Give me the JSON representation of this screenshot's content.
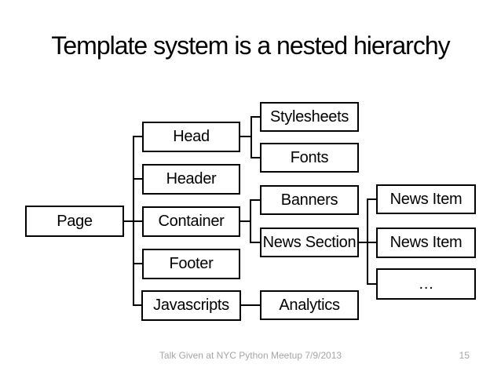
{
  "slide": {
    "title": "Template system is a nested hierarchy",
    "footer_text": "Talk Given at NYC Python Meetup 7/9/2013",
    "page_number": "15"
  },
  "colors": {
    "background": "#ffffff",
    "box_border": "#000000",
    "box_fill": "#ffffff",
    "connector_line": "#000000",
    "title_text": "#000000",
    "footer_text": "#a6a6a6"
  },
  "diagram": {
    "type": "hierarchy",
    "root": "Page",
    "nodes": {
      "page": {
        "label": "Page"
      },
      "head": {
        "label": "Head"
      },
      "header": {
        "label": "Header"
      },
      "container": {
        "label": "Container"
      },
      "footer": {
        "label": "Footer"
      },
      "javascripts": {
        "label": "Javascripts"
      },
      "stylesheets": {
        "label": "Stylesheets"
      },
      "fonts": {
        "label": "Fonts"
      },
      "banners": {
        "label": "Banners"
      },
      "news_section": {
        "label": "News Section"
      },
      "analytics": {
        "label": "Analytics"
      },
      "news_item_1": {
        "label": "News Item"
      },
      "news_item_2": {
        "label": "News Item"
      },
      "more_items": {
        "label": "…"
      }
    },
    "edges": [
      [
        "page",
        "head"
      ],
      [
        "page",
        "header"
      ],
      [
        "page",
        "container"
      ],
      [
        "page",
        "footer"
      ],
      [
        "page",
        "javascripts"
      ],
      [
        "head",
        "stylesheets"
      ],
      [
        "head",
        "fonts"
      ],
      [
        "container",
        "banners"
      ],
      [
        "container",
        "news_section"
      ],
      [
        "news_section",
        "news_item_1"
      ],
      [
        "news_section",
        "news_item_2"
      ],
      [
        "news_section",
        "more_items"
      ],
      [
        "javascripts",
        "analytics"
      ]
    ]
  }
}
